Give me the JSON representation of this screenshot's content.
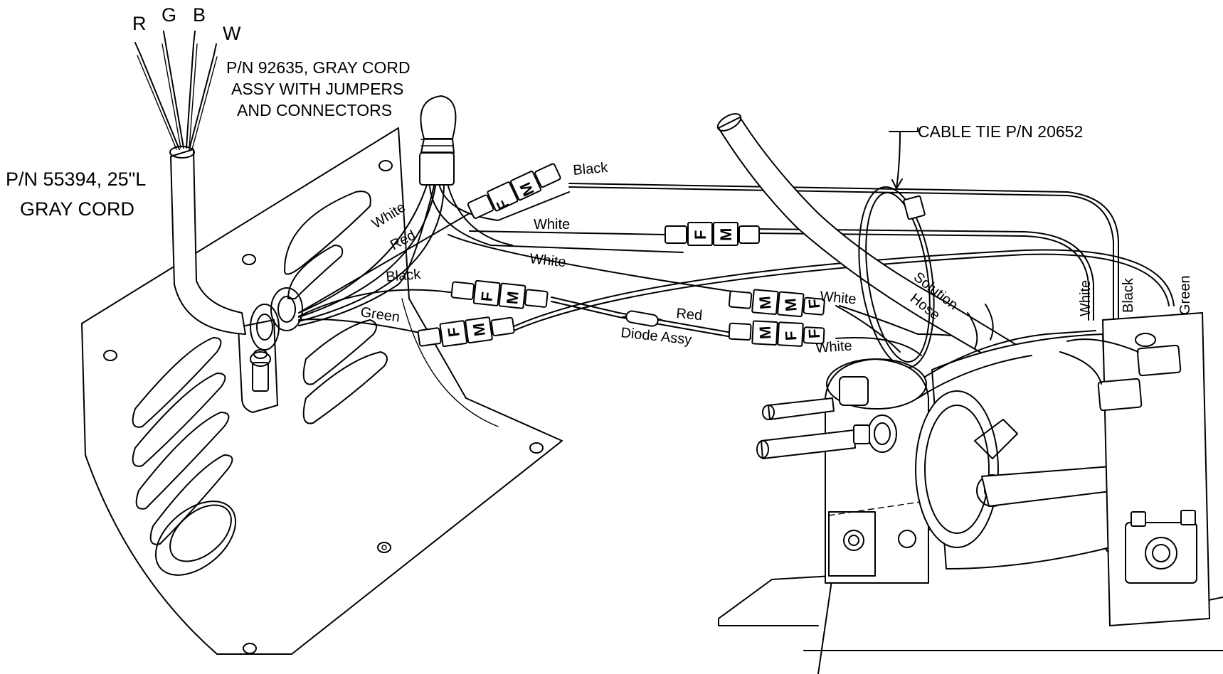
{
  "labels": {
    "wire_ends": {
      "r": "R",
      "g": "G",
      "b": "B",
      "w": "W"
    },
    "cord_assy": {
      "line1": "P/N 92635,  GRAY CORD",
      "line2": "ASSY WITH JUMPERS",
      "line3": "AND CONNECTORS"
    },
    "gray_cord": {
      "line1": "P/N 55394, 25\"L",
      "line2": "GRAY CORD"
    },
    "cable_tie": "CABLE TIE P/N 20652",
    "wires": {
      "white_1": "White",
      "red_1": "Red",
      "black_1": "Black",
      "green_1": "Green",
      "black_top": "Black",
      "white_mid": "White",
      "white_lower": "White",
      "white_right_top": "White",
      "red_diode": "Red",
      "white_right_bottom": "White",
      "white_vertical": "White",
      "black_vertical": "Black",
      "green_vertical": "Green"
    },
    "diode_assy": "Diode Assy",
    "solution": "Solution",
    "hose": "Hose",
    "connector_female": "F",
    "connector_male": "M"
  }
}
